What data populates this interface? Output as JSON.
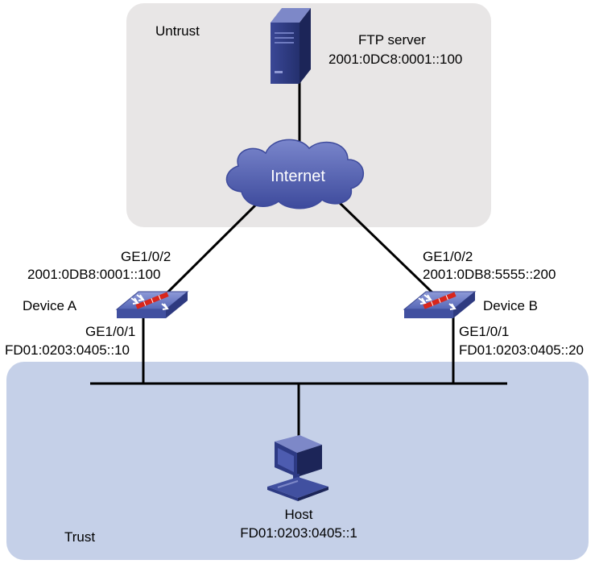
{
  "zones": {
    "untrust": {
      "label": "Untrust",
      "color": "#e8e6e6"
    },
    "trust": {
      "label": "Trust",
      "color": "#c5d0e8"
    }
  },
  "ftp_server": {
    "name": "FTP server",
    "address": "2001:0DC8:0001::100",
    "icon": "server-icon"
  },
  "internet": {
    "label": "Internet",
    "icon": "cloud-icon",
    "color": "#5b68b8"
  },
  "device_a": {
    "name": "Device A",
    "icon": "firewall-icon",
    "uplink_interface": "GE1/0/2",
    "uplink_address": "2001:0DB8:0001::100",
    "downlink_interface": "GE1/0/1",
    "downlink_address": "FD01:0203:0405::10"
  },
  "device_b": {
    "name": "Device B",
    "icon": "firewall-icon",
    "uplink_interface": "GE1/0/2",
    "uplink_address": "2001:0DB8:5555::200",
    "downlink_interface": "GE1/0/1",
    "downlink_address": "FD01:0203:0405::20"
  },
  "host": {
    "name": "Host",
    "address": "FD01:0203:0405::1",
    "icon": "pc-icon"
  },
  "colors": {
    "device_blue": "#4f5fae",
    "firewall_red": "#d9261c",
    "link": "#000000"
  }
}
